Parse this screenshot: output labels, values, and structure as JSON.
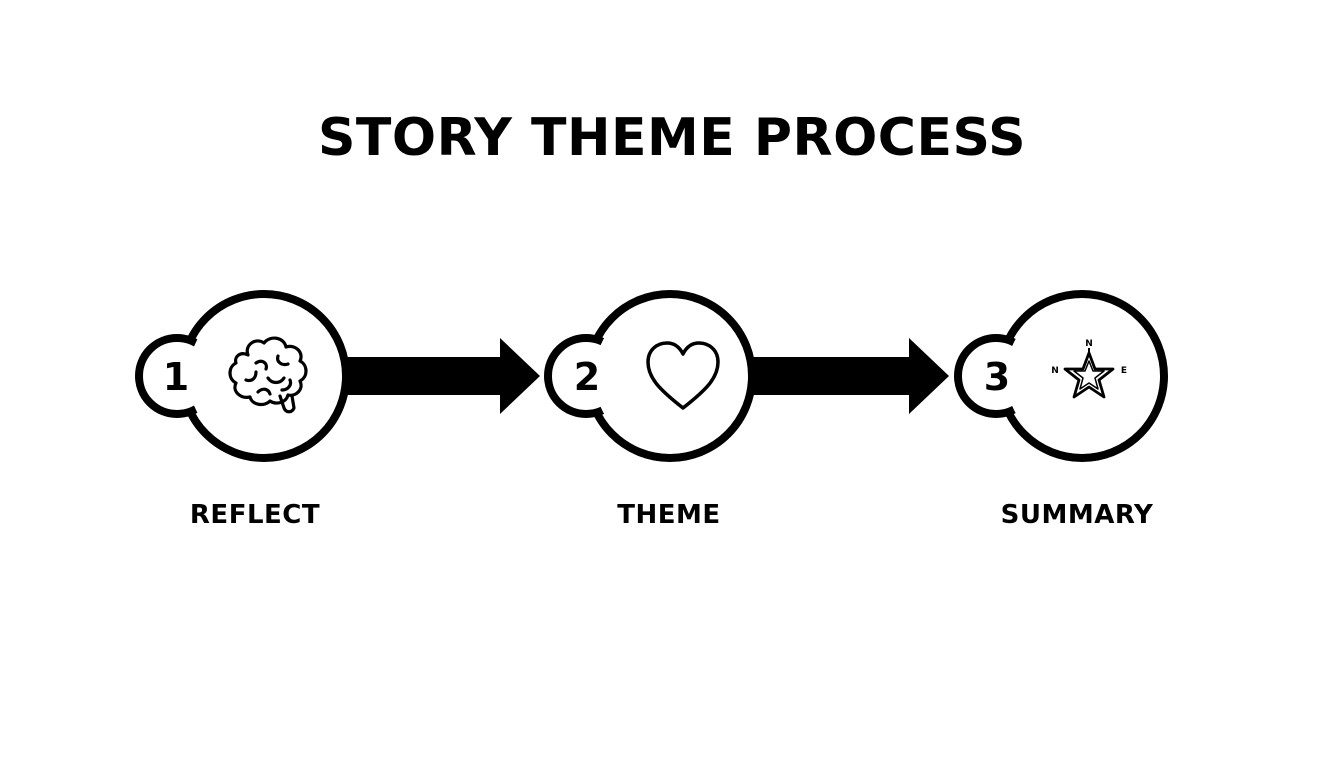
{
  "title": "STORY THEME PROCESS",
  "colors": {
    "ink": "#000000",
    "background": "#ffffff"
  },
  "steps": [
    {
      "number": "1",
      "label": "REFLECT",
      "icon": "brain-icon"
    },
    {
      "number": "2",
      "label": "THEME",
      "icon": "heart-icon"
    },
    {
      "number": "3",
      "label": "SUMMARY",
      "icon": "compass-star-icon"
    }
  ],
  "compass": {
    "north": "N",
    "west": "N",
    "east": "E"
  }
}
